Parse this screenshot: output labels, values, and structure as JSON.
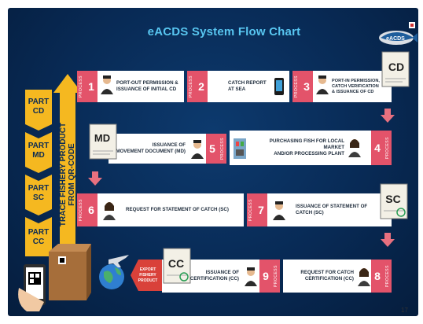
{
  "title": "eACDS System Flow Chart",
  "logo_text": "eACDS",
  "page_number": "17",
  "parts": [
    {
      "line1": "PART",
      "line2": "CD"
    },
    {
      "line1": "PART",
      "line2": "MD"
    },
    {
      "line1": "PART",
      "line2": "SC"
    },
    {
      "line1": "PART",
      "line2": "CC"
    }
  ],
  "trace_text": {
    "line1": "TRACE FISHERY PRODUCT",
    "line2": "FROM QR-CODE"
  },
  "process_word": "PROCESS",
  "steps": [
    {
      "num": "1",
      "line1": "PORT-OUT PERMISSION &",
      "line2": "ISSUANCE OF INITIAL CD",
      "line3": ""
    },
    {
      "num": "2",
      "line1": "CATCH REPORT",
      "line2": "AT SEA",
      "line3": ""
    },
    {
      "num": "3",
      "line1": "PORT-IN PERMISSION,",
      "line2": "CATCH VERIFICATION",
      "line3": "& ISSUANCE OF CD"
    },
    {
      "num": "4",
      "line1": "PURCHASING FISH FOR LOCAL MARKET",
      "line2": "AND/OR PROCESSING PLANT",
      "line3": ""
    },
    {
      "num": "5",
      "line1": "ISSUANCE OF",
      "line2": "MOVEMENT DOCUMENT (MD)",
      "line3": ""
    },
    {
      "num": "6",
      "line1": "REQUEST FOR STATEMENT OF CATCH (SC)",
      "line2": "",
      "line3": ""
    },
    {
      "num": "7",
      "line1": "ISSUANCE OF STATEMENT OF",
      "line2": "CATCH (SC)",
      "line3": ""
    },
    {
      "num": "8",
      "line1": "REQUEST FOR CATCH",
      "line2": "CERTIFICATION (CC)",
      "line3": ""
    },
    {
      "num": "9",
      "line1": "ISSUANCE OF",
      "line2": "CATCH CERTIFICATION (CC)",
      "line3": ""
    }
  ],
  "export": {
    "line1": "EXPORT",
    "line2": "FISHERY",
    "line3": "PRODUCT"
  },
  "docs": {
    "cd": "CD",
    "md": "MD",
    "sc": "SC",
    "cc": "CC"
  },
  "colors": {
    "background": "#082a55",
    "process_strip": "#e3536a",
    "part_banner": "#f5b820",
    "title": "#58c6f2",
    "arrow": "#e7707f"
  }
}
